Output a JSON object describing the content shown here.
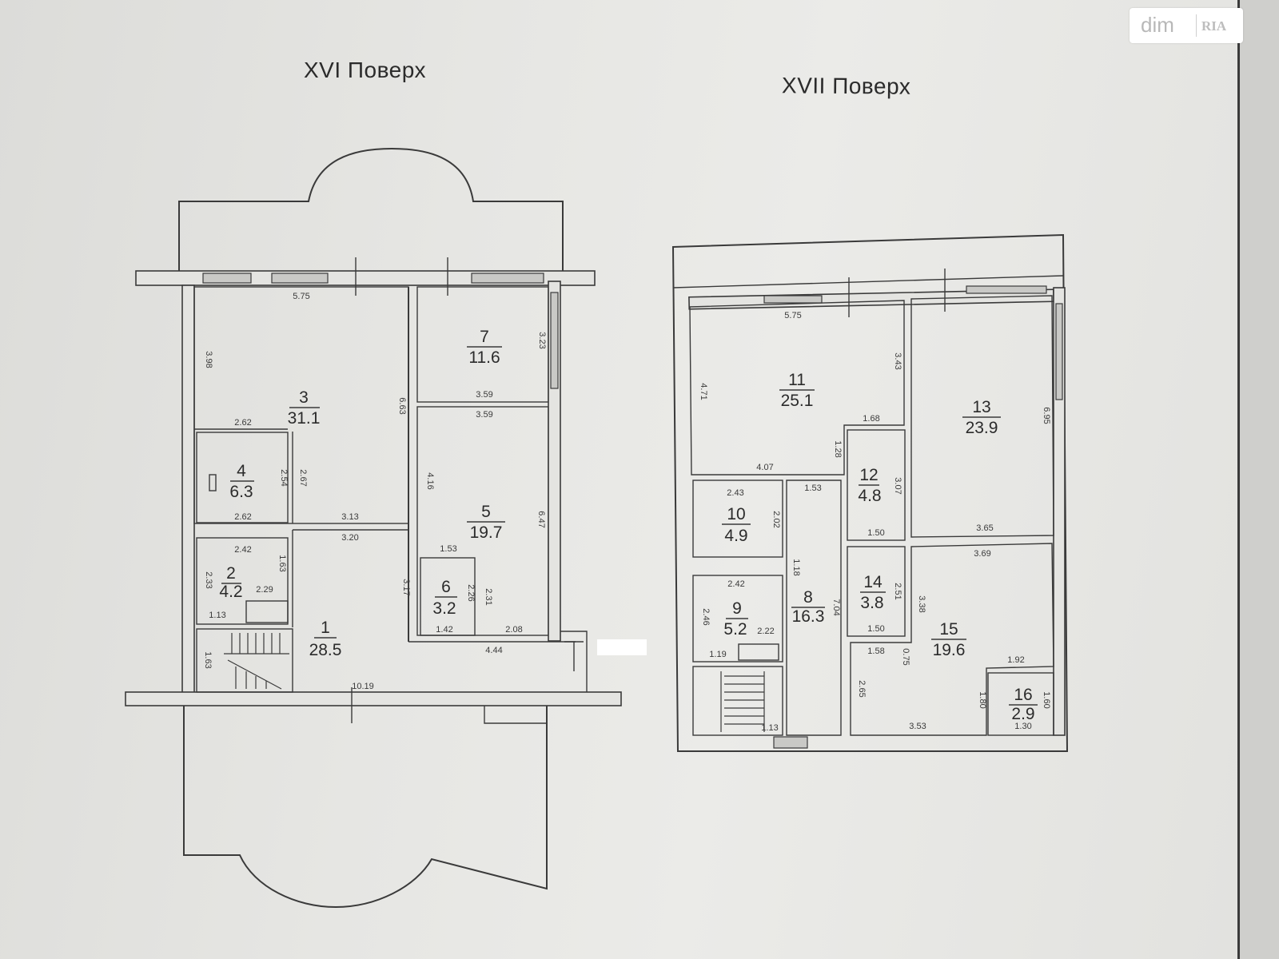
{
  "floors": {
    "xvi": {
      "title": "XVI Поверх",
      "rooms": [
        {
          "id": "r1",
          "number": "1",
          "area": "28.5"
        },
        {
          "id": "r2",
          "number": "2",
          "area": "4.2"
        },
        {
          "id": "r3",
          "number": "3",
          "area": "31.1"
        },
        {
          "id": "r4",
          "number": "4",
          "area": "6.3"
        },
        {
          "id": "r5",
          "number": "5",
          "area": "19.7"
        },
        {
          "id": "r6",
          "number": "6",
          "area": "3.2"
        },
        {
          "id": "r7",
          "number": "7",
          "area": "11.6"
        }
      ],
      "dimensions": [
        "5.75",
        "3.98",
        "2.62",
        "6.63",
        "2.54",
        "2.67",
        "2.62",
        "3.13",
        "3.20",
        "3.23",
        "3.59",
        "3.59",
        "4.16",
        "6.47",
        "2.42",
        "1.63",
        "2.33",
        "2.29",
        "1.13",
        "3.17",
        "1.53",
        "2.26",
        "2.31",
        "1.42",
        "2.08",
        "4.44",
        "1.63",
        "10.19"
      ]
    },
    "xvii": {
      "title": "XVII Поверх",
      "rooms": [
        {
          "id": "r8",
          "number": "8",
          "area": "16.3"
        },
        {
          "id": "r9",
          "number": "9",
          "area": "5.2"
        },
        {
          "id": "r10",
          "number": "10",
          "area": "4.9"
        },
        {
          "id": "r11",
          "number": "11",
          "area": "25.1"
        },
        {
          "id": "r12",
          "number": "12",
          "area": "4.8"
        },
        {
          "id": "r13",
          "number": "13",
          "area": "23.9"
        },
        {
          "id": "r14",
          "number": "14",
          "area": "3.8"
        },
        {
          "id": "r15",
          "number": "15",
          "area": "19.6"
        },
        {
          "id": "r16",
          "number": "16",
          "area": "2.9"
        }
      ],
      "dimensions": [
        "5.75",
        "4.71",
        "3.43",
        "1.68",
        "1.28",
        "6.95",
        "4.07",
        "1.53",
        "3.07",
        "2.43",
        "2.02",
        "1.50",
        "3.65",
        "3.69",
        "1.18",
        "2.42",
        "2.51",
        "7.04",
        "2.46",
        "2.22",
        "1.50",
        "3.38",
        "1.19",
        "1.58",
        "0.75",
        "1.92",
        "2.65",
        "1.80",
        "1.60",
        "3.53",
        "1.30",
        "1.13"
      ]
    }
  },
  "watermark": {
    "brand": "dim",
    "sub": "RIA"
  }
}
